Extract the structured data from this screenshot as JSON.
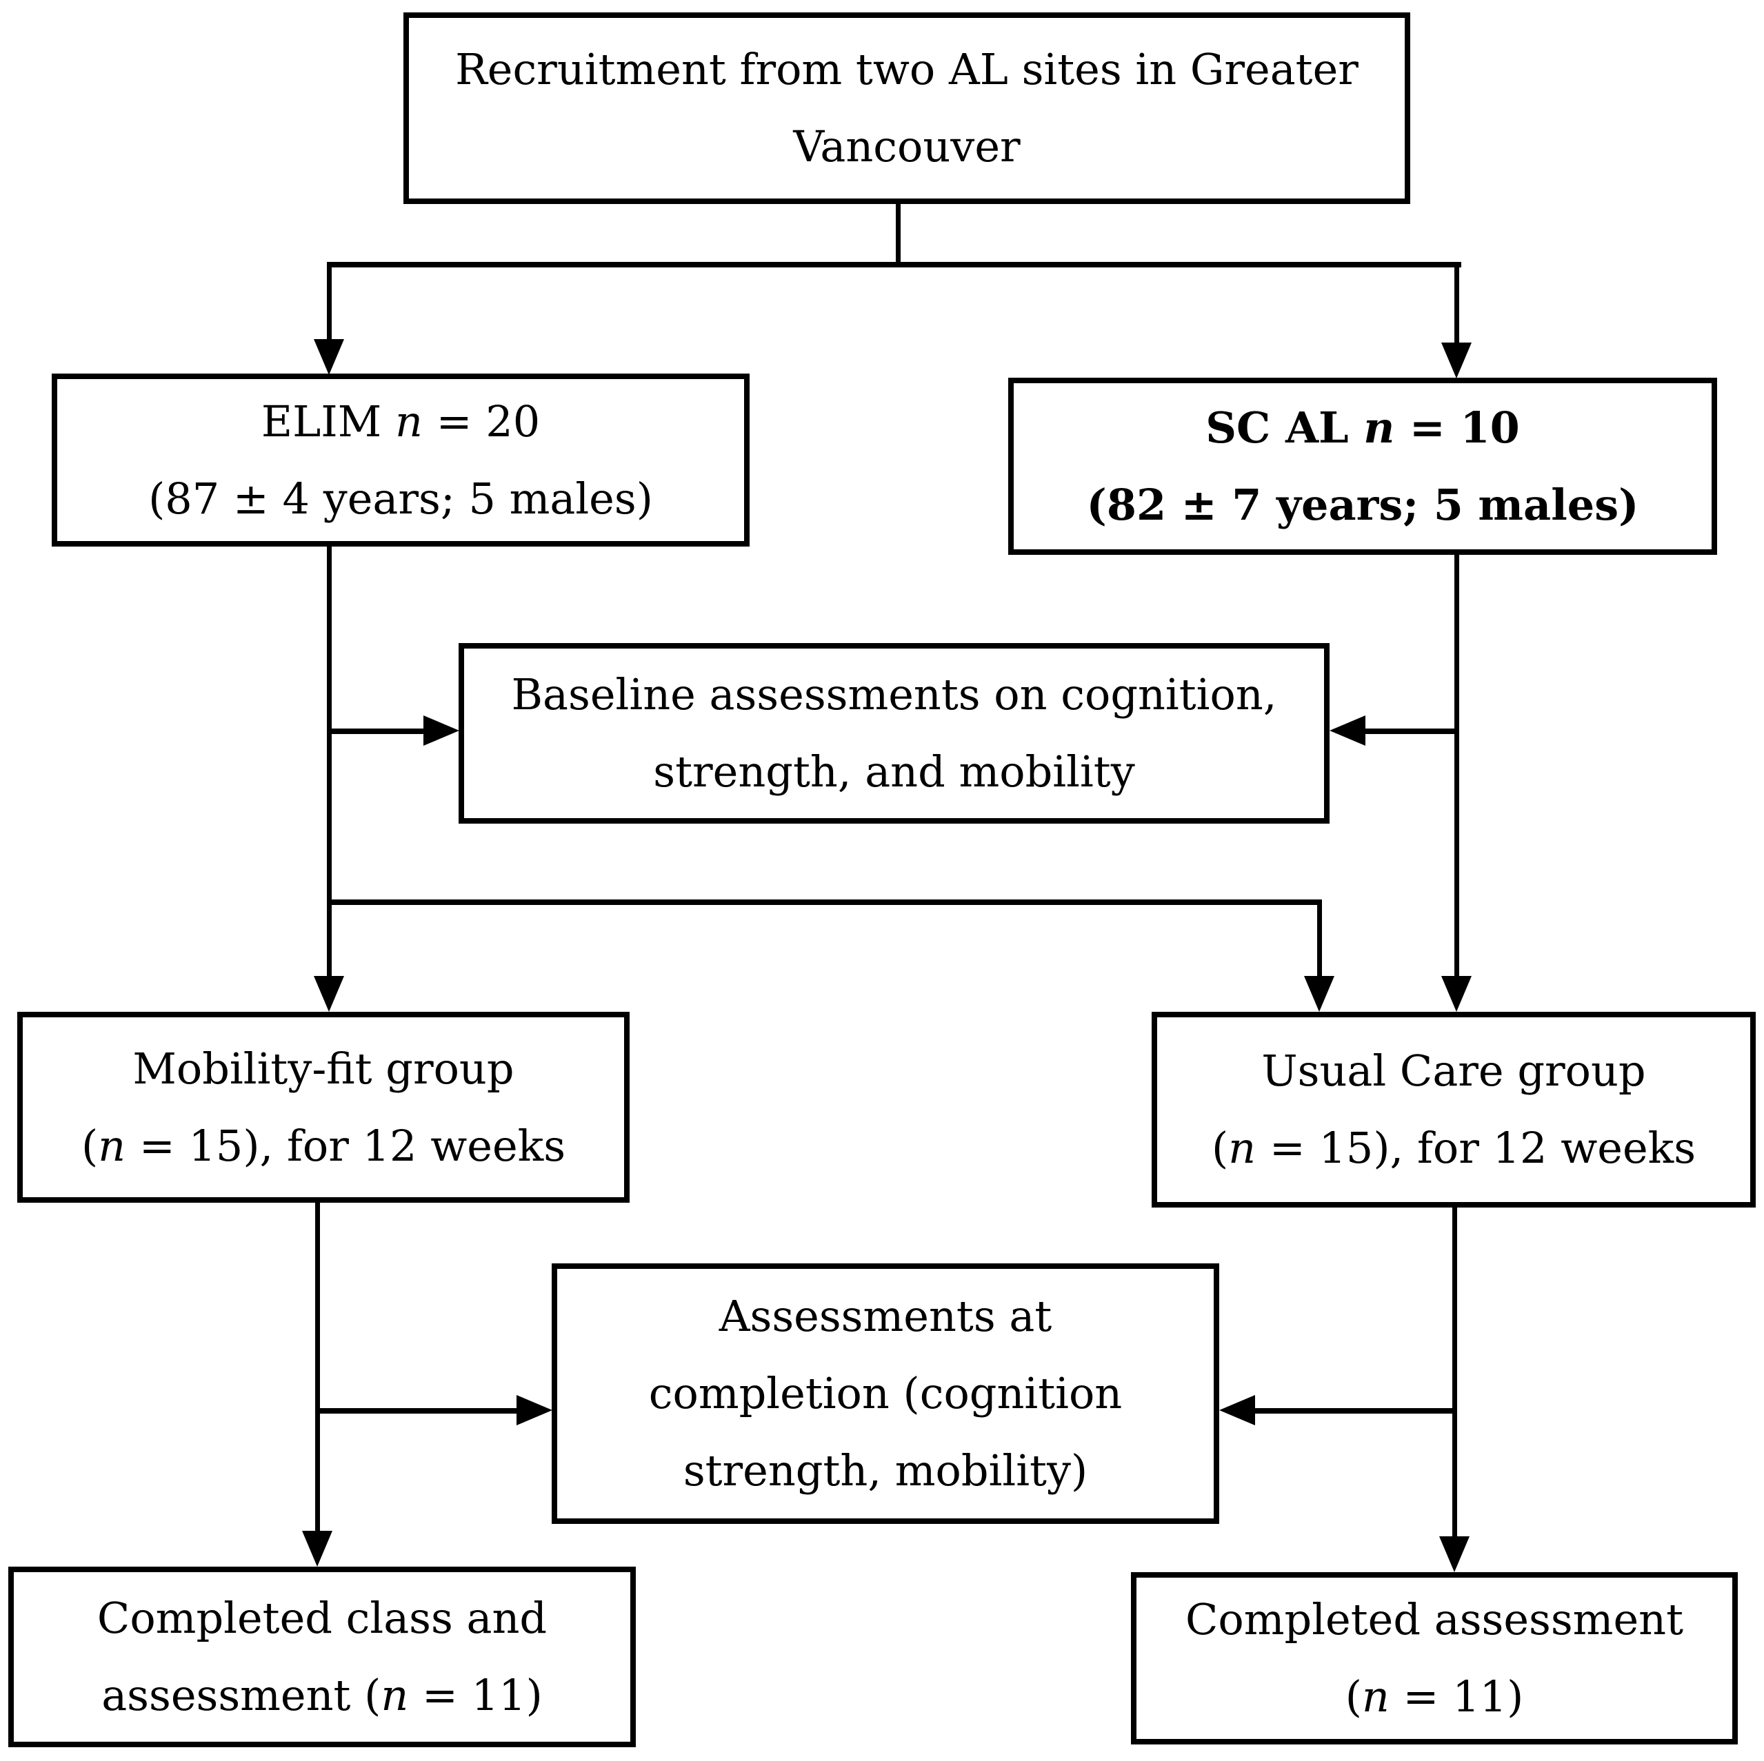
{
  "figure": {
    "type": "recruitment-flow-diagram",
    "background_color": "#ffffff",
    "ink_color": "#000000"
  },
  "boxes": {
    "recruitment": {
      "l1": "Recruitment from two AL sites in Greater",
      "l2": "Vancouver"
    },
    "elim": {
      "l1a": "ELIM ",
      "l1b": "n",
      "l1c": " = 20",
      "l2": "(87 ± 4 years; 5 males)"
    },
    "scal": {
      "l1a": "SC AL ",
      "l1b": "n",
      "l1c": " = 10",
      "l2": "(82 ± 7 years; 5 males)"
    },
    "baseline": {
      "l1": "Baseline assessments on cognition,",
      "l2": "strength, and mobility"
    },
    "mobilityFit": {
      "l1": "Mobility-fit group",
      "l2a": "(",
      "l2b": "n",
      "l2c": " = 15), for 12 weeks"
    },
    "usualCare": {
      "l1": "Usual Care group",
      "l2a": "(",
      "l2b": "n",
      "l2c": " = 15), for 12 weeks"
    },
    "assessments": {
      "l1": "Assessments at",
      "l2": "completion (cognition",
      "l3": "strength, mobility)"
    },
    "completedClass": {
      "l1": "Completed class and",
      "l2a": "assessment (",
      "l2b": "n",
      "l2c": " = 11)"
    },
    "completedAssessment": {
      "l1": "Completed assessment",
      "l2a": "(",
      "l2b": "n",
      "l2c": " = 11)"
    }
  }
}
